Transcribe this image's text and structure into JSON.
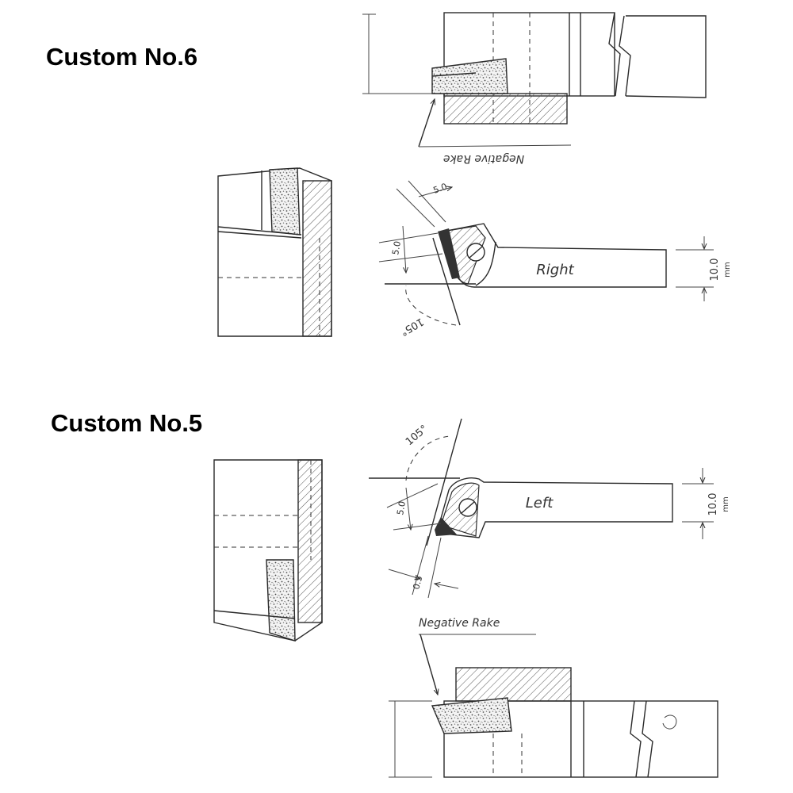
{
  "sections": [
    {
      "title": "Custom No.6",
      "negative_rake_label": "Negative Rake",
      "hand_label": "Right",
      "angle_label": "105°",
      "dim_top": "5.0",
      "dim_side": "5.0",
      "height_label": "10.0",
      "unit_label": "mm"
    },
    {
      "title": "Custom No.5",
      "negative_rake_label": "Negative Rake",
      "hand_label": "Left",
      "angle_label": "105°",
      "dim_side": "5.0",
      "dim_bottom": "0.5",
      "height_label": "10.0",
      "unit_label": "mm"
    }
  ]
}
